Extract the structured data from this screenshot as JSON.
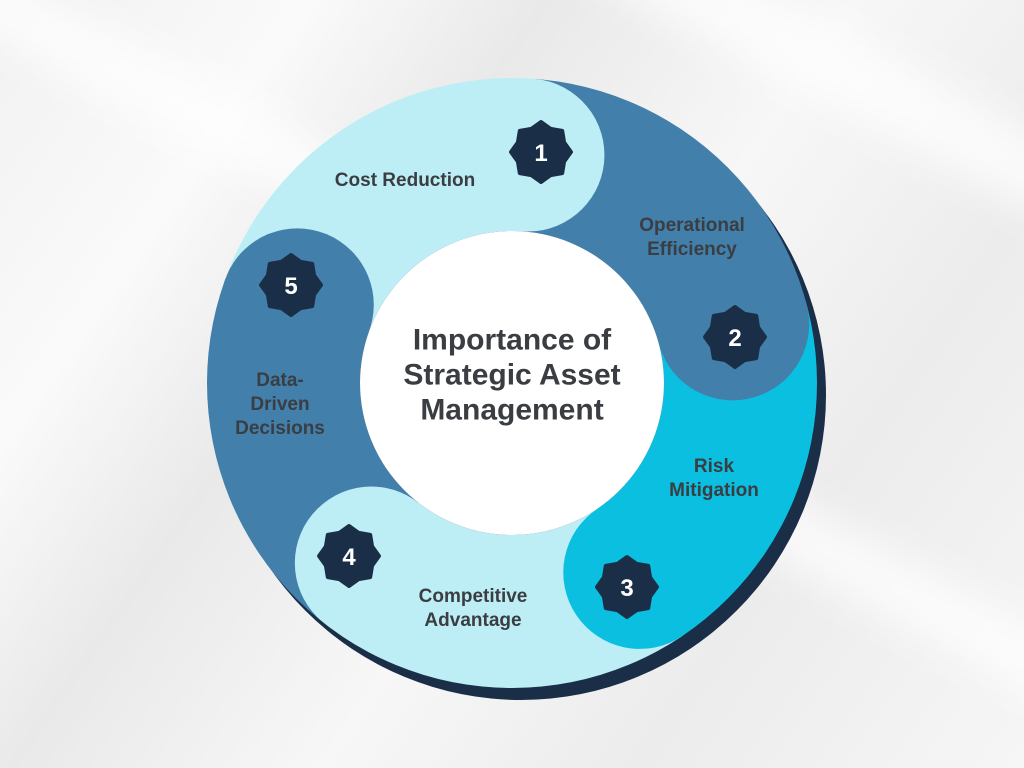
{
  "title_lines": [
    "Importance of",
    "Strategic Asset",
    "Management"
  ],
  "segments": [
    {
      "number": "1",
      "label_lines": [
        "Cost Reduction"
      ],
      "color": "#bdeef5"
    },
    {
      "number": "2",
      "label_lines": [
        "Operational",
        "Efficiency"
      ],
      "color": "#4280ab"
    },
    {
      "number": "3",
      "label_lines": [
        "Risk",
        "Mitigation"
      ],
      "color": "#0bbfe0"
    },
    {
      "number": "4",
      "label_lines": [
        "Competitive",
        "Advantage"
      ],
      "color": "#bdeef5"
    },
    {
      "number": "5",
      "label_lines": [
        "Data-",
        "Driven",
        "Decisions"
      ],
      "color": "#4280ab"
    }
  ],
  "colors": {
    "shadow": "#1a2e48",
    "badge": "#1b2e47",
    "inner": "#ffffff",
    "text": "#3a3d42"
  }
}
